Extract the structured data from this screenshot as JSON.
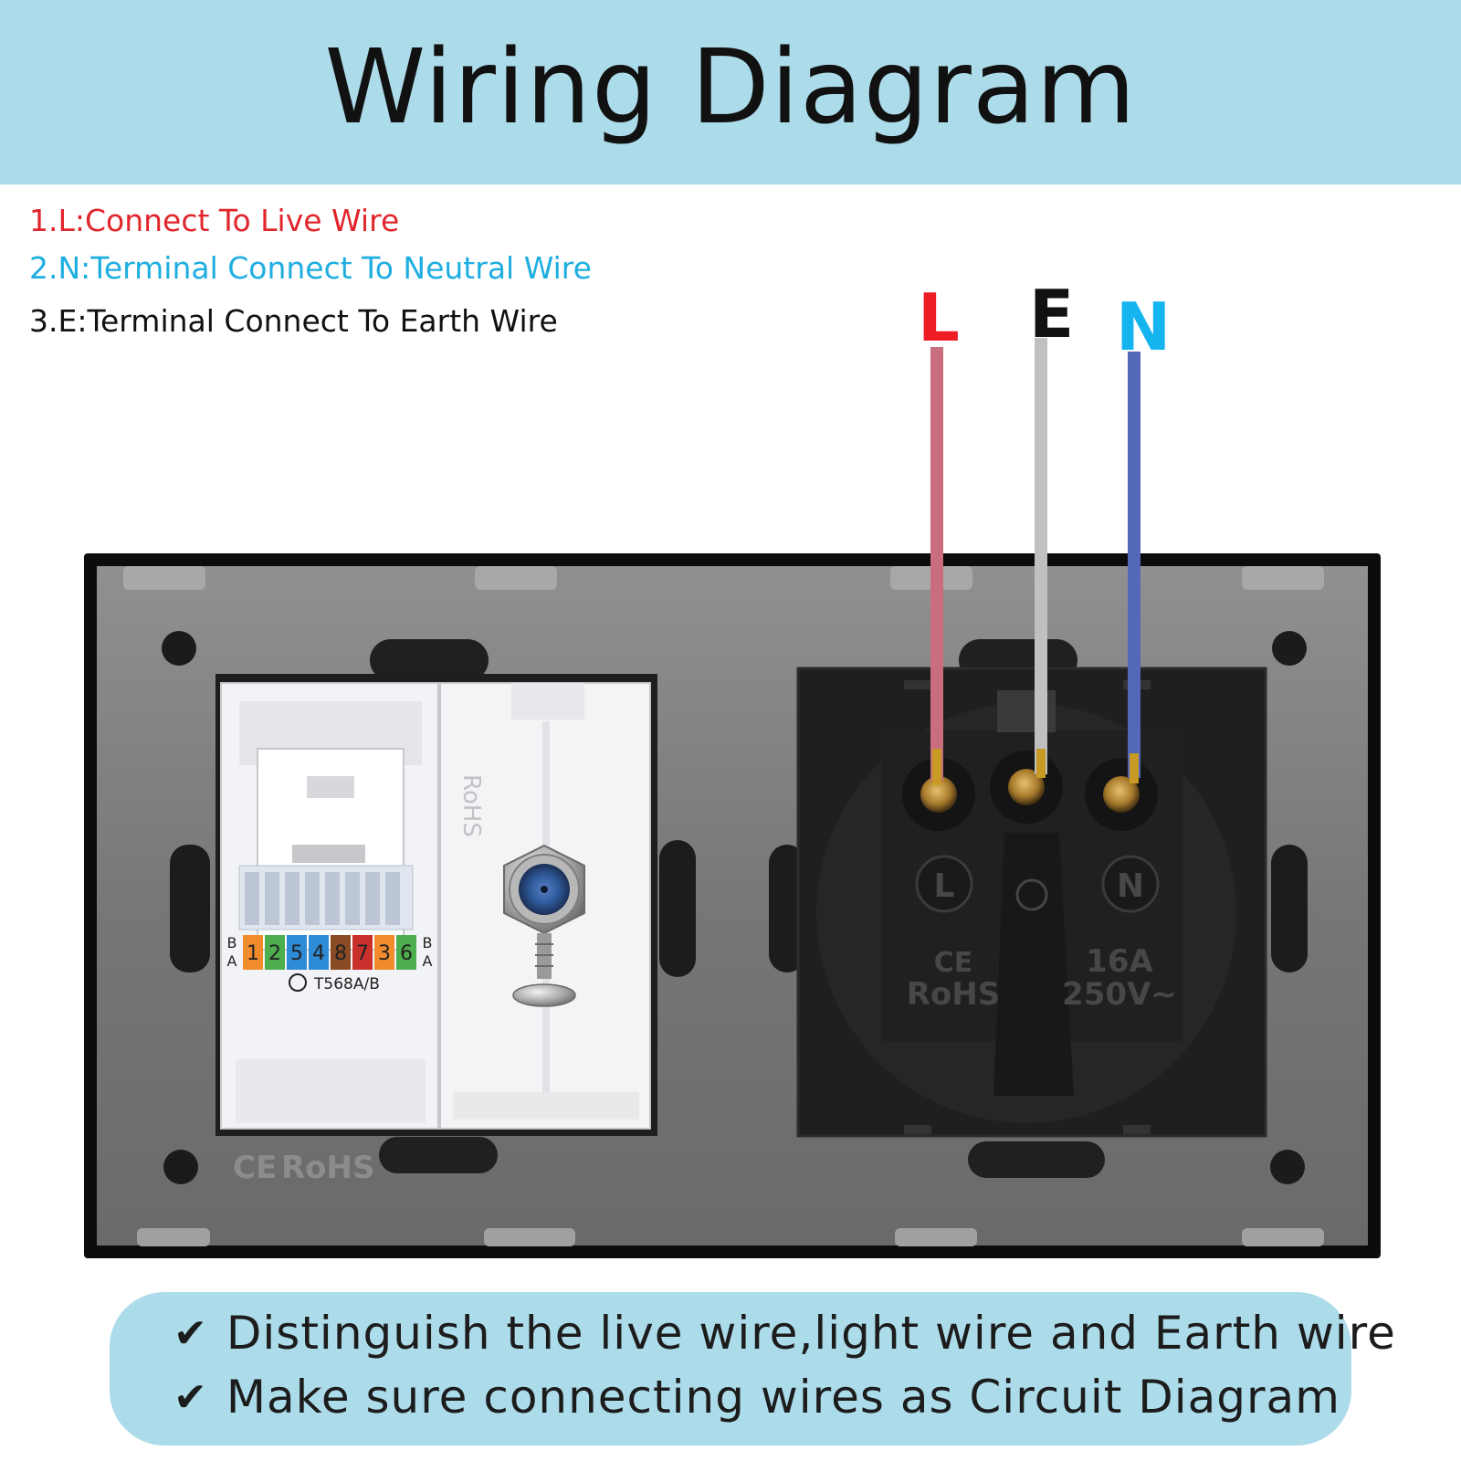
{
  "title": "Wiring Diagram",
  "legend": [
    {
      "text": "1.L:Connect To Live Wire",
      "color": "#e0262c"
    },
    {
      "text": "2.N:Terminal Connect To Neutral Wire",
      "color": "#1eaee0"
    },
    {
      "text": "3.E:Terminal Connect To Earth Wire",
      "color": "#111111"
    }
  ],
  "wires": [
    {
      "label": "L",
      "color": "#c96e7e",
      "label_color": "#ee1d24"
    },
    {
      "label": "E",
      "color": "#c0c0c0",
      "label_color": "#111111"
    },
    {
      "label": "N",
      "color": "#5468b8",
      "label_color": "#14b4ef"
    }
  ],
  "ethernet_module": {
    "pin_order": [
      "1",
      "2",
      "5",
      "4",
      "8",
      "7",
      "3",
      "6"
    ],
    "side_labels": [
      "B",
      "A"
    ],
    "standard": "T568A/B",
    "markings": [
      "RoHS"
    ]
  },
  "plate_markings": [
    "CE",
    "RoHS"
  ],
  "socket": {
    "terminal_labels": [
      "L",
      "N"
    ],
    "markings": [
      "CE",
      "RoHS"
    ],
    "rating_current": "16A",
    "rating_voltage": "250V~"
  },
  "notes": [
    {
      "icon": "check-icon",
      "text": "Distinguish the live wire,light wire and Earth wire"
    },
    {
      "icon": "check-icon",
      "text": "Make sure connecting wires as Circuit Diagram"
    }
  ]
}
